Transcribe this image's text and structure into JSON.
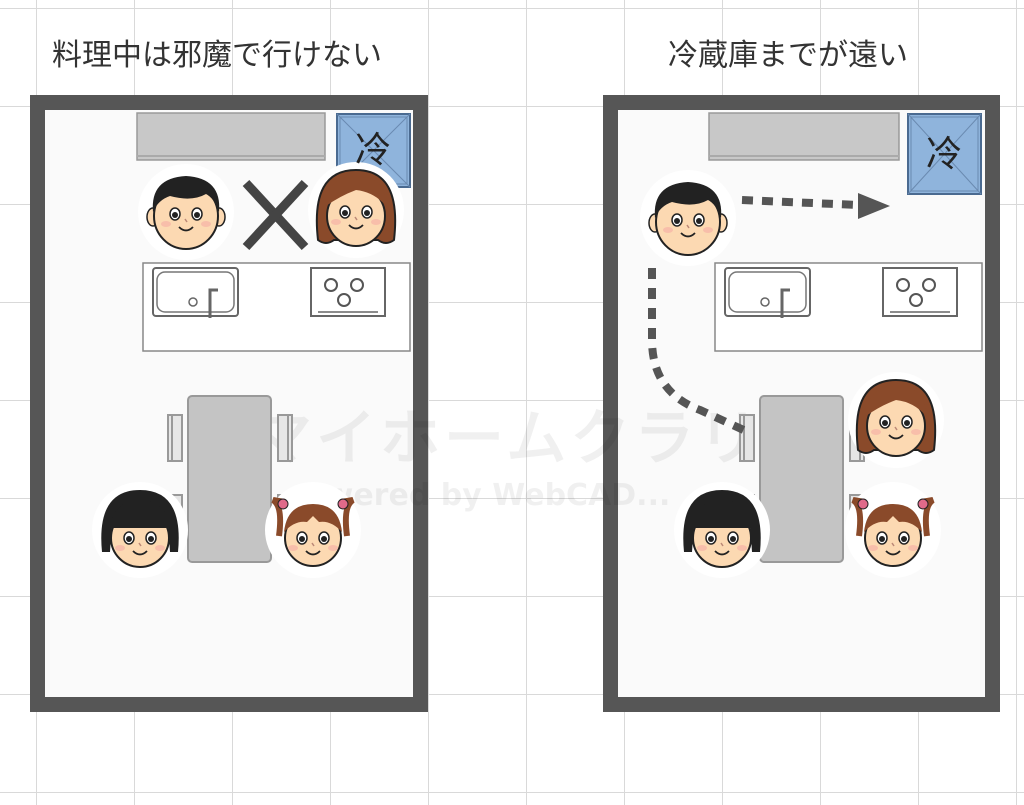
{
  "panels": [
    {
      "caption": "料理中は邪魔で行けない",
      "fridge_label": "冷"
    },
    {
      "caption": "冷蔵庫までが遠い",
      "fridge_label": "冷"
    }
  ],
  "watermark": {
    "main": "マイホームクラリ",
    "sub": "owered by WebCAD..."
  },
  "colors": {
    "wall": "#565656",
    "fridge": "#8fb4dc",
    "counter": "#c8c8c8",
    "table": "#c4c4c4",
    "arrow": "#555555"
  },
  "icons": {
    "left": [
      "father-face-icon",
      "cross-icon",
      "mother-face-icon",
      "sink-icon",
      "stove-icon",
      "son-face-icon",
      "daughter-face-icon"
    ],
    "right": [
      "father-face-icon",
      "dotted-arrow-icon",
      "mother-face-icon",
      "son-face-icon",
      "daughter-face-icon"
    ]
  }
}
